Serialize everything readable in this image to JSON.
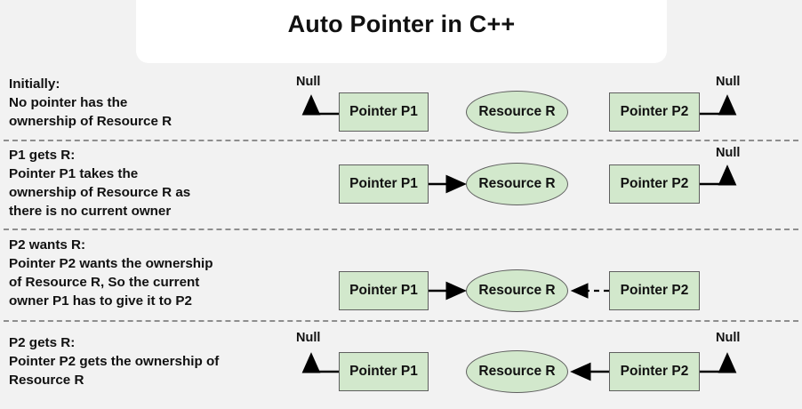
{
  "title": "Auto Pointer in C++",
  "theme": {
    "background": "#f2f2f2",
    "title_card_bg": "#ffffff",
    "node_fill": "#d2e8cc",
    "node_stroke": "#5f5f5f",
    "arrow_color": "#000000",
    "divider_color": "#8e8e8e",
    "text_color": "#111111"
  },
  "labels": {
    "null": "Null",
    "pointer_p1": "Pointer P1",
    "pointer_p2": "Pointer P2",
    "resource_r": "Resource R"
  },
  "rows": [
    {
      "id": "initially",
      "heading": "Initially:",
      "desc_lines": [
        "Initially:",
        "No pointer has the",
        "ownership of Resource R"
      ],
      "p1_label": "Pointer P1",
      "resource_label": "Resource R",
      "p2_label": "Pointer P2",
      "left_null_label": "Null",
      "right_null_label": "Null",
      "p1_owns": false,
      "p2_owns": false,
      "p1_null": true,
      "p2_null": true,
      "dashed_request": false
    },
    {
      "id": "p1-gets-r",
      "heading": "P1 gets R:",
      "desc_lines": [
        "P1 gets R:",
        "Pointer P1 takes the",
        "ownership of Resource R as",
        "there is no current owner"
      ],
      "p1_label": "Pointer P1",
      "resource_label": "Resource R",
      "p2_label": "Pointer P2",
      "left_null_label": "",
      "right_null_label": "Null",
      "p1_owns": true,
      "p2_owns": false,
      "p1_null": false,
      "p2_null": true,
      "dashed_request": false
    },
    {
      "id": "p2-wants-r",
      "heading": "P2 wants R:",
      "desc_lines": [
        "P2 wants R:",
        "Pointer P2 wants the ownership",
        "of Resource R, So the current",
        "owner P1 has to give it to P2"
      ],
      "p1_label": "Pointer P1",
      "resource_label": "Resource R",
      "p2_label": "Pointer P2",
      "left_null_label": "",
      "right_null_label": "",
      "p1_owns": true,
      "p2_owns": false,
      "p1_null": false,
      "p2_null": false,
      "dashed_request": true
    },
    {
      "id": "p2-gets-r",
      "heading": "P2 gets R:",
      "desc_lines": [
        "P2 gets R:",
        "Pointer P2 gets the ownership of",
        "Resource R"
      ],
      "p1_label": "Pointer P1",
      "resource_label": "Resource R",
      "p2_label": "Pointer P2",
      "left_null_label": "Null",
      "right_null_label": "Null",
      "p1_owns": false,
      "p2_owns": true,
      "p1_null": true,
      "p2_null": false,
      "dashed_request": false
    }
  ]
}
